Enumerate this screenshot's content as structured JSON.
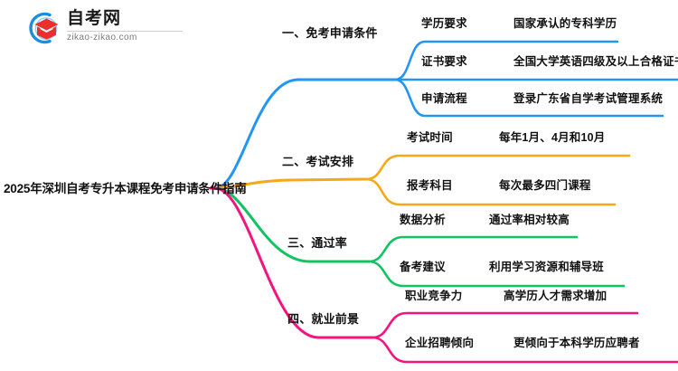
{
  "logo": {
    "name_cn": "自考网",
    "name_en": "zikao-zikao.com",
    "mark_icon": "graduation-cap-in-circle-icon",
    "circle_color": "#1a8fe0",
    "cap_color": "#e8312f"
  },
  "mindmap": {
    "root": {
      "label": "2025年深圳自考专升本课程免考申请条件指南"
    },
    "branches": [
      {
        "index": "1",
        "label": "一、免考申请条件",
        "color": "#2196f3",
        "children": [
          {
            "key": "学历要求",
            "value": "国家承认的专科学历"
          },
          {
            "key": "证书要求",
            "value": "全国大学英语四级及以上合格证书"
          },
          {
            "key": "申请流程",
            "value": "登录广东省自学考试管理系统"
          }
        ]
      },
      {
        "index": "2",
        "label": "二、考试安排",
        "color": "#f5a818",
        "children": [
          {
            "key": "考试时间",
            "value": "每年1月、4月和10月"
          },
          {
            "key": "报考科目",
            "value": "每次最多四门课程"
          }
        ]
      },
      {
        "index": "3",
        "label": "三、通过率",
        "color": "#12c濃"
      },
      {
        "index": "4",
        "label": "四、就业前景",
        "color": "#f5147e"
      }
    ],
    "branch3": {
      "label": "三、通过率",
      "color": "#10c462",
      "children": [
        {
          "key": "数据分析",
          "value": "通过率相对较高"
        },
        {
          "key": "备考建议",
          "value": "利用学习资源和辅导班"
        }
      ]
    },
    "branch4": {
      "label": "四、就业前景",
      "color": "#f5147e",
      "children": [
        {
          "key": "职业竞争力",
          "value": "高学历人才需求增加"
        },
        {
          "key": "企业招聘倾向",
          "value": "更倾向于本科学历应聘者"
        }
      ]
    }
  },
  "colors": {
    "blue": "#2196f3",
    "orange": "#f5a818",
    "green": "#10c462",
    "pink": "#f5147e",
    "text": "#111111",
    "background": "#ffffff"
  }
}
